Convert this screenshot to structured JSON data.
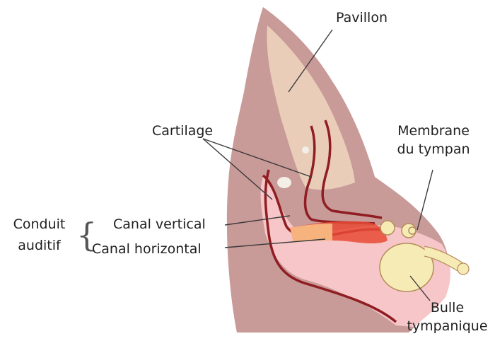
{
  "labels": {
    "pavillon": "Pavillon",
    "cartilage": "Cartilage",
    "membrane_line1": "Membrane",
    "membrane_line2": "du tympan",
    "conduit_line1": "Conduit",
    "conduit_line2": "auditif",
    "brace": "{",
    "canal_vertical": "Canal vertical",
    "canal_horizontal": "Canal horizontal",
    "bulle_line1": "Bulle",
    "bulle_line2": "tympanique"
  },
  "colors": {
    "outer_skin": "#c89a98",
    "pinna_inner": "#e9cdb9",
    "canal_tissue": "#f6c6c8",
    "canal_wall": "#8f1d22",
    "red_canal": "#e84a35",
    "orange_canal": "#f7b37d",
    "bulla_fill": "#f7ebb5",
    "bulla_stroke": "#b48d5a",
    "leader_line": "#3a3a3a"
  }
}
